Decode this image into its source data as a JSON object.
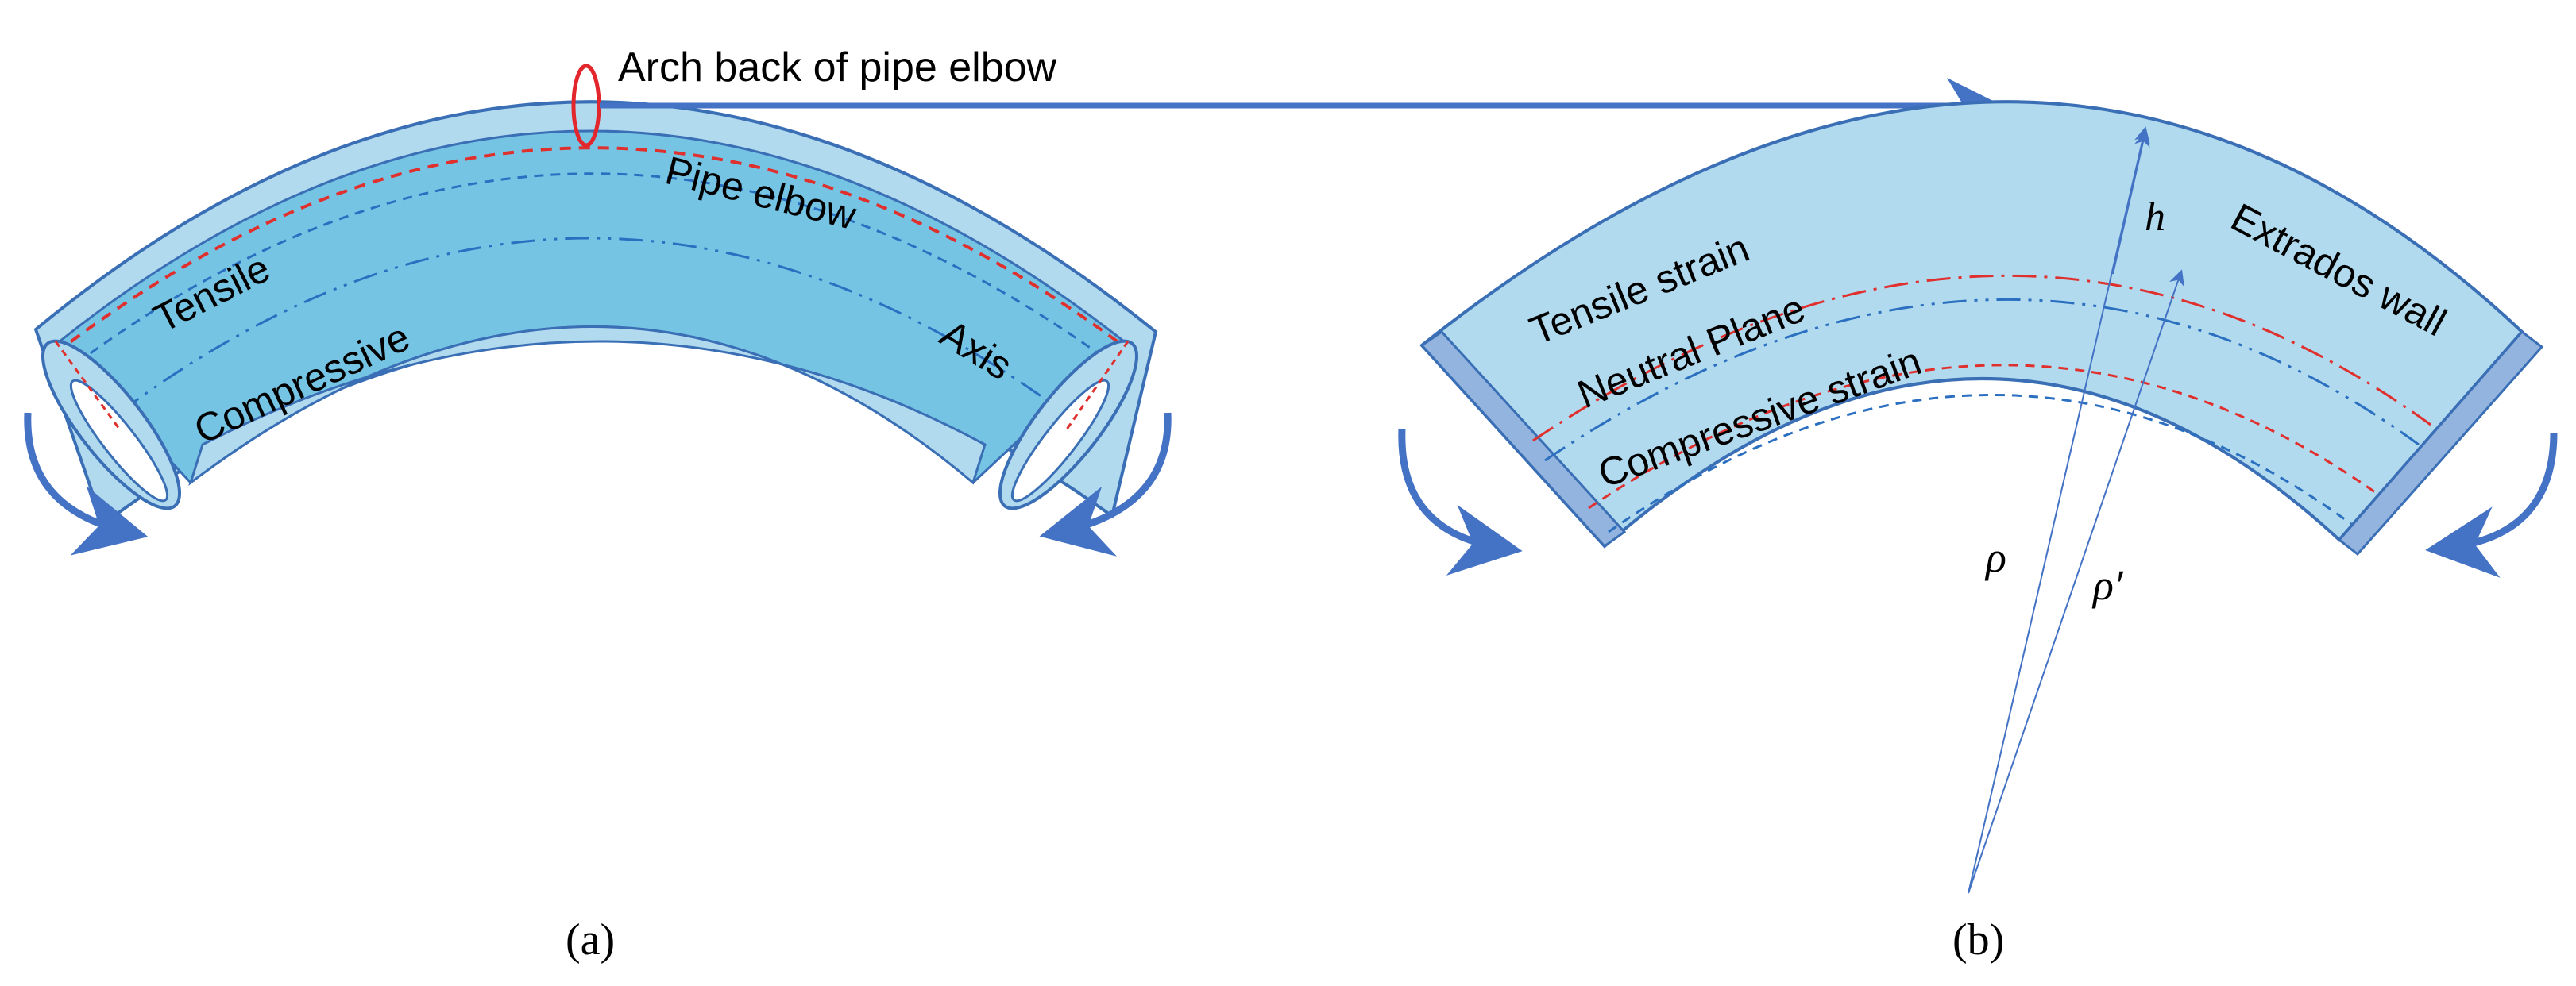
{
  "panel_a": {
    "caption": "(a)",
    "callout": "Arch back of pipe elbow",
    "labels": {
      "pipe_elbow": "Pipe elbow",
      "tensile": "Tensile",
      "compressive": "Compressive",
      "axis": "Axis"
    }
  },
  "panel_b": {
    "caption": "(b)",
    "labels": {
      "tensile_strain": "Tensile strain",
      "neutral_plane": "Neutral Plane",
      "compressive_strain": "Compressive strain",
      "extrados_wall": "Extrados wall",
      "h": "h",
      "rho": "ρ",
      "rho_prime": "ρ′"
    }
  },
  "colors": {
    "pipe_fill_dark": "#76c4e4",
    "pipe_fill_light": "#b1daee",
    "outline": "#3a6fb6",
    "end_plate": "#93b4de",
    "tensile_line": "#e0302e",
    "axis_line": "#2b6fc0",
    "arrow": "#4472c4",
    "ellipse": "#e2262c"
  }
}
